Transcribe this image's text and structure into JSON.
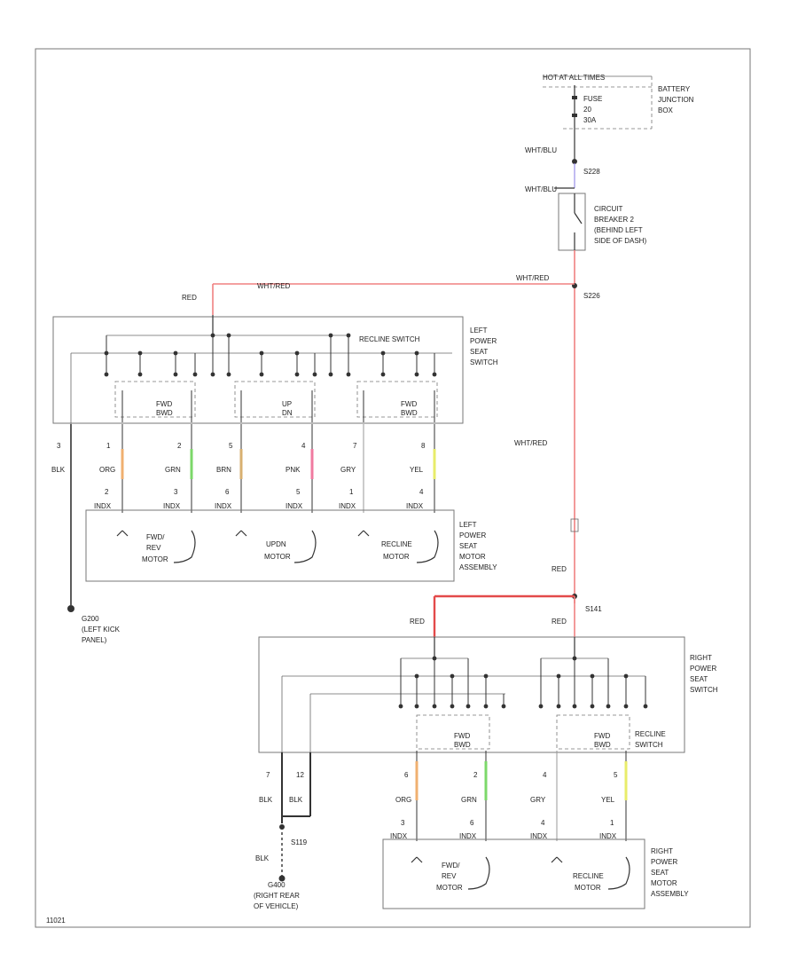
{
  "power": {
    "hot": "HOT AT ALL TIMES",
    "fuse": "FUSE",
    "fuse_num": "20",
    "fuse_amp": "30A",
    "junction": [
      "BATTERY",
      "JUNCTION",
      "BOX"
    ],
    "wht_blu_1": "WHT/BLU",
    "s_top": "S228",
    "wht_blu_2": "WHT/BLU",
    "breaker": [
      "CIRCUIT",
      "BREAKER 2",
      "(BEHIND LEFT",
      "SIDE OF DASH)"
    ],
    "wht_red_top": "WHT/RED",
    "s_mid": "S226",
    "wht_red_left": "WHT/RED",
    "red_left": "RED",
    "wht_red_mid": "WHT/RED",
    "red_lower": "RED",
    "s_low": "S141",
    "red_a": "RED",
    "red_b": "RED"
  },
  "left_switch": {
    "label": [
      "LEFT",
      "POWER",
      "SEAT",
      "SWITCH"
    ],
    "recline": "RECLINE SWITCH",
    "sw1": [
      "FWD",
      "BWD"
    ],
    "sw2": [
      "UP",
      "DN"
    ],
    "sw3": [
      "FWD",
      "BWD"
    ],
    "pins": [
      "3",
      "1",
      "2",
      "5",
      "4",
      "7",
      "8"
    ],
    "wires": [
      "BLK",
      "ORG",
      "GRN",
      "BRN",
      "PNK",
      "GRY",
      "YEL"
    ],
    "motor_pins": [
      "2",
      "3",
      "6",
      "5",
      "1",
      "4"
    ],
    "indx": "INDX"
  },
  "left_motor": {
    "label": [
      "LEFT",
      "POWER",
      "SEAT",
      "MOTOR",
      "ASSEMBLY"
    ],
    "m1": [
      "FWD/",
      "REV",
      "MOTOR"
    ],
    "m2": [
      "UPDN",
      "MOTOR"
    ],
    "m3": [
      "RECLINE",
      "MOTOR"
    ]
  },
  "ground_left": {
    "id": "G200",
    "loc": [
      "(LEFT KICK",
      "PANEL)"
    ]
  },
  "right_switch": {
    "label": [
      "RIGHT",
      "POWER",
      "SEAT",
      "SWITCH"
    ],
    "recline": [
      "RECLINE",
      "SWITCH"
    ],
    "sw1": [
      "FWD",
      "BWD"
    ],
    "sw2": [
      "FWD",
      "BWD"
    ],
    "pins": [
      "7",
      "12",
      "6",
      "2",
      "4",
      "5"
    ],
    "wires": [
      "BLK",
      "BLK",
      "ORG",
      "GRN",
      "GRY",
      "YEL"
    ],
    "motor_pins": [
      "3",
      "6",
      "4",
      "1"
    ],
    "indx": "INDX"
  },
  "right_motor": {
    "label": [
      "RIGHT",
      "POWER",
      "SEAT",
      "MOTOR",
      "ASSEMBLY"
    ],
    "m1": [
      "FWD/",
      "REV",
      "MOTOR"
    ],
    "m2": [
      "RECLINE",
      "MOTOR"
    ]
  },
  "ground_right": {
    "splice": "S119",
    "blk": "BLK",
    "id": "G400",
    "loc": [
      "(RIGHT REAR",
      "OF VEHICLE)"
    ]
  },
  "footer": "11021",
  "colors": {
    "red": "#e34a4a",
    "org": "#f0b070",
    "grn": "#7cd86a",
    "brn": "#d8b070",
    "pnk": "#f07aa0",
    "yel": "#e8ec6a"
  }
}
